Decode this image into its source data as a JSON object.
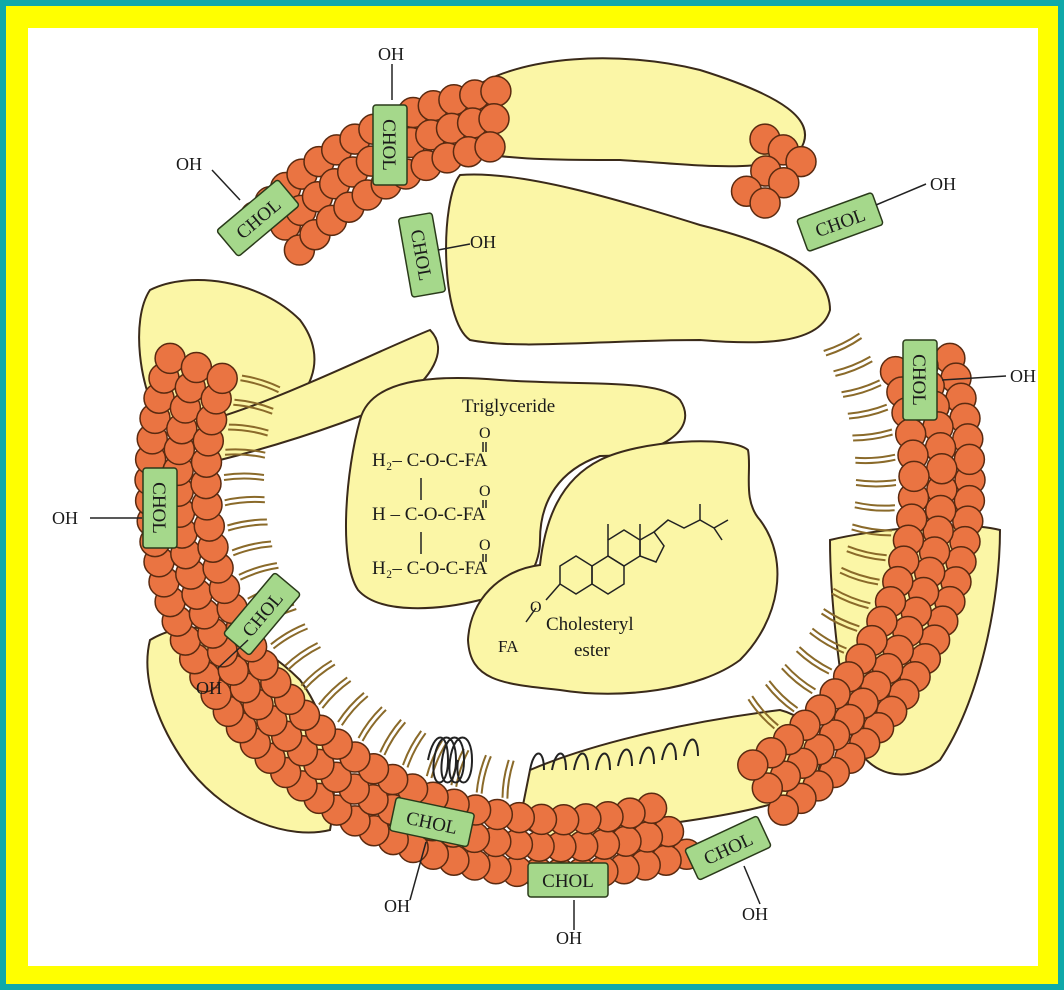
{
  "diagram": {
    "colors": {
      "frame_outer": "#10a9a9",
      "frame_inner": "#ffff00",
      "protein": "#fbf6a6",
      "phospholipid_head": "#ea7442",
      "cholesterol_box": "#a5d88b",
      "outline": "#3a2a1a"
    },
    "core": {
      "triglyceride_title": "Triglyceride",
      "triglyceride_rows": [
        "H₂– C-O-C-FA",
        "H – C-O-C-FA",
        "H₂– C-O-C-FA"
      ],
      "carbonyl_o": "O",
      "ester_title_line1": "Cholesteryl",
      "ester_title_line2": "ester",
      "ester_o": "O",
      "ester_fa": "FA"
    },
    "chol_label": "CHOL",
    "oh_label": "OH"
  }
}
